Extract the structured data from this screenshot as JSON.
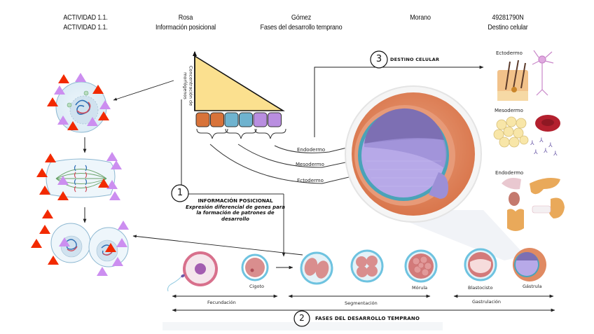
{
  "header": {
    "col1": {
      "line1": "ACTIVIDAD 1.1.",
      "line2": "ACTIVIDAD 1.1."
    },
    "col2": {
      "line1": "Rosa",
      "line2": "Información posicional"
    },
    "col3": {
      "line1": "Gómez",
      "line2": "Fases del desarrollo temprano"
    },
    "col4": {
      "line1": "Morano",
      "line2": ""
    },
    "col5": {
      "line1": "49281790N",
      "line2": "Destino celular"
    }
  },
  "gradient": {
    "axis_label_line1": "Concentración de",
    "axis_label_line2": "morfógenos",
    "cell_colors": [
      "#d8733a",
      "#d8733a",
      "#6fb3cf",
      "#6fb3cf",
      "#b98ee0",
      "#b98ee0"
    ],
    "fill_color": "#fbe08f"
  },
  "germ_layers": {
    "endodermo": "Endodermo",
    "mesodermo": "Mesodermo",
    "ectodermo": "Ectodermo"
  },
  "section1": {
    "number": "1",
    "title": "INFORMACIÓN POSICIONAL",
    "description": "Expresión diferencial de genes para la formación de patrones de desarrollo"
  },
  "section2": {
    "number": "2",
    "title": "FASES DEL DESARROLLO TEMPRANO"
  },
  "section3": {
    "number": "3",
    "title": "DESTINO CELULAR"
  },
  "cell_fate": {
    "ectodermo": "Ectodermo",
    "mesodermo": "Mesodermo",
    "endodermo": "Endodermo"
  },
  "stages": {
    "cigoto": "Cigoto",
    "morula": "Mórula",
    "blastocisto": "Blastocisto",
    "gastrula": "Gástrula"
  },
  "phases": {
    "fecundacion": "Fecundación",
    "segmentacion": "Segmentación",
    "gastrulacion": "Gastrulación"
  },
  "colors": {
    "morphogen_red": "#f22a00",
    "morphogen_purple": "#cc8ef0",
    "embryo_orange": "#e08a62",
    "embryo_teal": "#4aa3b8",
    "embryo_purple": "#9c8fd6",
    "zona_blue": "#6ec3e0",
    "ovum_pink": "#d8708c"
  }
}
